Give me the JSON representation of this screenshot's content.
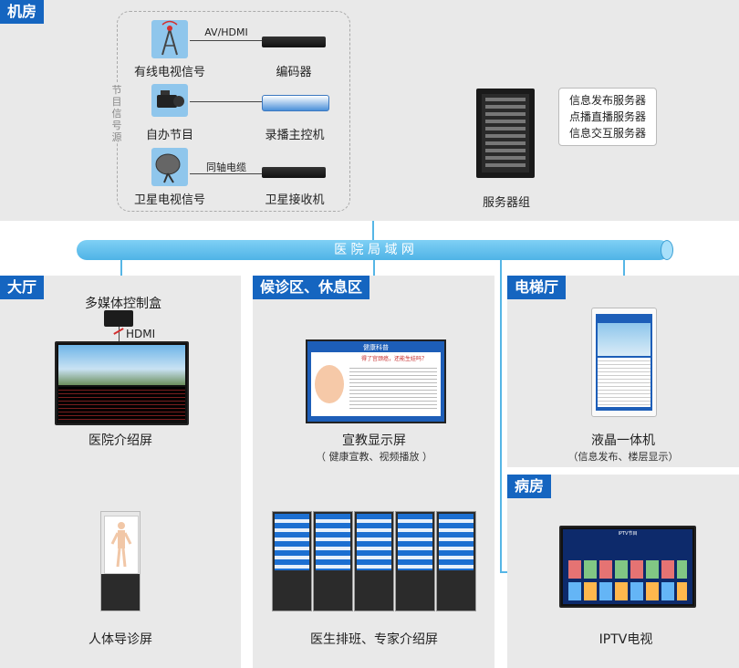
{
  "sections": {
    "machine_room": "机房",
    "lobby": "大厅",
    "waiting": "候诊区、休息区",
    "elevator": "电梯厅",
    "ward": "病房"
  },
  "machine_room": {
    "source_group_label": "节目信号源",
    "cable_tv": "有线电视信号",
    "encoder": "编码器",
    "av_hdmi": "AV/HDMI",
    "self_program": "自办节目",
    "recorder": "录播主控机",
    "coax": "同轴电缆",
    "satellite_tv": "卫星电视信号",
    "satellite_receiver": "卫星接收机",
    "server_group": "服务器组",
    "servers": [
      "信息发布服务器",
      "点播直播服务器",
      "信息交互服务器"
    ]
  },
  "network": {
    "label": "医 院 局 域 网"
  },
  "lobby": {
    "control_box": "多媒体控制盒",
    "hdmi": "HDMI",
    "intro_screen": "医院介绍屏",
    "guide_screen": "人体导诊屏"
  },
  "waiting": {
    "edu_screen": "宣教显示屏",
    "edu_sub": "（ 健康宣教、视频播放 ）",
    "schedule_screen": "医生排班、专家介绍屏",
    "edu_header": "健康科普",
    "edu_title": "得了宫颈癌，还能生娃吗？"
  },
  "elevator": {
    "lcd": "液晶一体机",
    "lcd_sub": "（信息发布、楼层显示）"
  },
  "ward": {
    "iptv": "IPTV电视",
    "iptv_header": "IPTV节目"
  },
  "colors": {
    "accent": "#1565c0",
    "network": "#56b6e6",
    "panel": "#e9e9e9"
  }
}
